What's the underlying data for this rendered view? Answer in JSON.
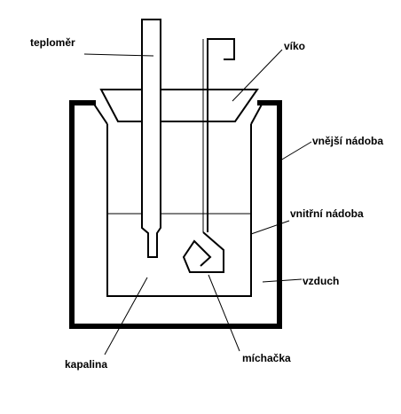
{
  "labels": {
    "teplomer": "teploměr",
    "viko": "víko",
    "vnejsi_nadoba": "vnější nádoba",
    "vnitrni_nadoba": "vnitřní nádoba",
    "vzduch": "vzduch",
    "kapalina": "kapalina",
    "michacka": "míchačka"
  }
}
